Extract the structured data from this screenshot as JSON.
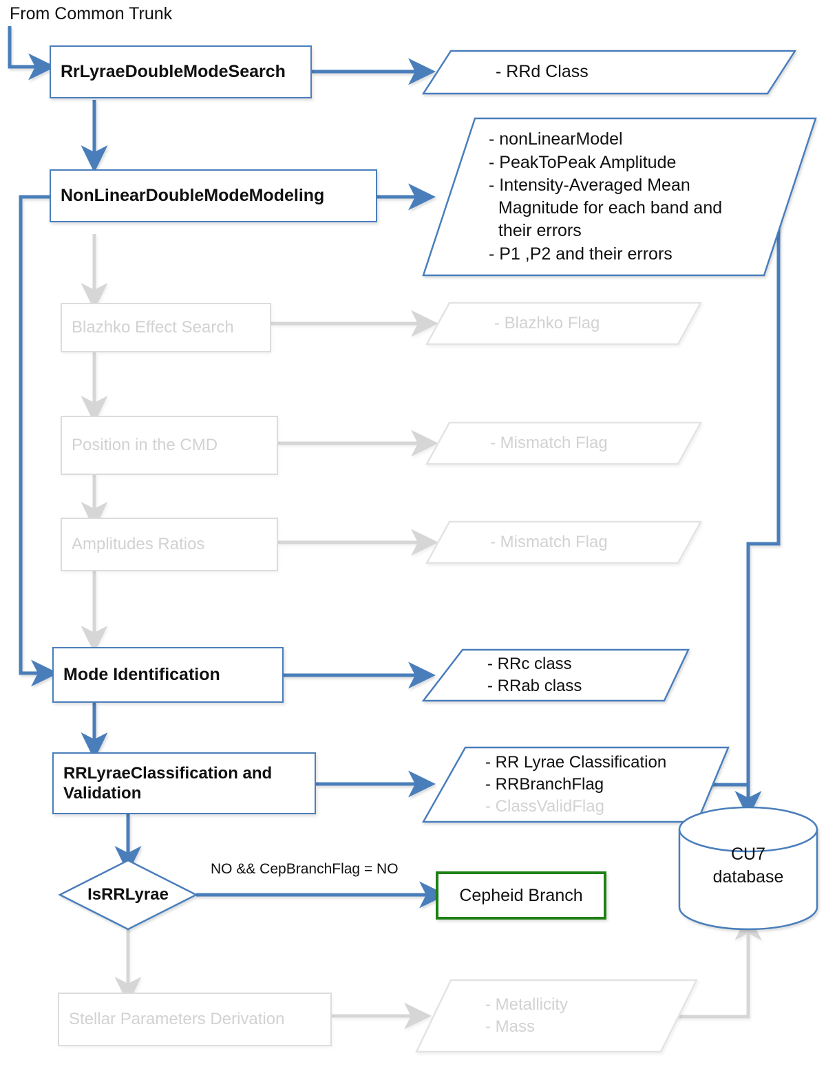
{
  "diagram": {
    "title_note": "From Common Trunk",
    "colors": {
      "blue": "#4A7EBB",
      "gray": "#D6D6D6",
      "gray_text": "#D2D2D2",
      "green": "#1E8014",
      "text": "#101010"
    },
    "entry_label": "From Common Trunk",
    "processes": [
      {
        "id": "rrlyrae-double-mode-search",
        "label": "RrLyraeDoubleModeSearch",
        "state": "active"
      },
      {
        "id": "nonlinear-double-mode-modeling",
        "label": "NonLinearDoubleModeModeling",
        "state": "active"
      },
      {
        "id": "blazhko-effect-search",
        "label": "Blazhko Effect Search",
        "state": "dimmed"
      },
      {
        "id": "position-in-the-cmd",
        "label": "Position  in the CMD",
        "state": "dimmed"
      },
      {
        "id": "amplitudes-ratios",
        "label": "Amplitudes  Ratios",
        "state": "dimmed"
      },
      {
        "id": "mode-identification",
        "label": "Mode Identification",
        "state": "active"
      },
      {
        "id": "rrlyrae-classification-and-validation",
        "label": "RRLyraeClassification and\nValidation",
        "state": "active"
      },
      {
        "id": "cepheid-branch",
        "label": "Cepheid  Branch",
        "state": "green"
      },
      {
        "id": "stellar-parameters-derivation",
        "label": "Stellar Parameters Derivation",
        "state": "dimmed"
      }
    ],
    "outputs": [
      {
        "id": "rrd-class",
        "state": "active",
        "lines": [
          "- RRd Class"
        ]
      },
      {
        "id": "nonlinear-model-outputs",
        "state": "active",
        "lines": [
          "- nonLinearModel",
          "- PeakToPeak Amplitude",
          "- Intensity-Averaged Mean",
          "  Magnitude for each band and",
          "  their errors",
          "- P1 ,P2 and their errors"
        ]
      },
      {
        "id": "blazhko-flag",
        "state": "dimmed",
        "lines": [
          "- Blazhko Flag"
        ]
      },
      {
        "id": "mismatch-flag-cmd",
        "state": "dimmed",
        "lines": [
          "- Mismatch Flag"
        ]
      },
      {
        "id": "mismatch-flag-amplitudes",
        "state": "dimmed",
        "lines": [
          "- Mismatch Flag"
        ]
      },
      {
        "id": "mode-identification-outputs",
        "state": "active",
        "lines": [
          "- RRc class",
          "- RRab class"
        ]
      },
      {
        "id": "classification-outputs",
        "state": "mixed",
        "lines": [
          "- RR Lyrae Classification",
          "- RRBranchFlag",
          "- ClassValidFlag"
        ],
        "dimmed_lines": [
          2
        ]
      },
      {
        "id": "stellar-parameters-outputs",
        "state": "dimmed",
        "lines": [
          "- Metallicity",
          "- Mass"
        ]
      }
    ],
    "decision": {
      "id": "is-rrlyrae",
      "label": "IsRRLyrae"
    },
    "edge_labels": [
      {
        "id": "no-cepbranchflag-no",
        "text": "NO && CepBranchFlag = NO"
      }
    ],
    "database": {
      "id": "cu7-database",
      "line1": "CU7",
      "line2": "database"
    }
  }
}
